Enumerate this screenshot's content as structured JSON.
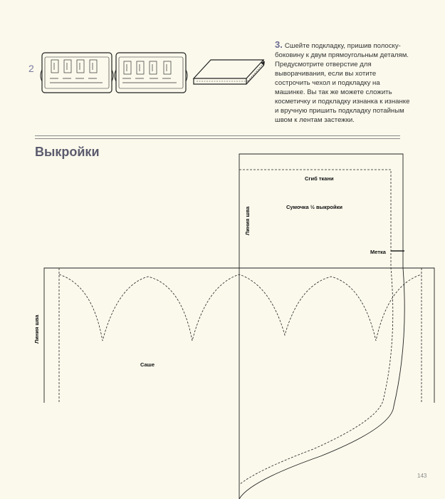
{
  "step": {
    "label": "2"
  },
  "instruction": {
    "number": "3.",
    "text": "Сшейте подкладку, пришив полоску-боковину к двум прямоугольным деталям. Предусмотрите отверстие для выворачивания, если вы хотите сострочить чехол и подкладку на машинке. Вы так же можете сложить косметичку и подкладку изнанка к изнанке и вручную пришить подкладку потайным швом к лентам застежки."
  },
  "section": {
    "title": "Выкройки"
  },
  "pattern": {
    "fold_label": "Сгиб ткани",
    "bag_label": "Сумочка ½ выкройки",
    "mark_label": "Метка",
    "seam_label_top": "Линия шва",
    "seam_label_left": "Линия шва",
    "sachet_label": "Саше"
  },
  "page": {
    "number": "143"
  },
  "colors": {
    "background": "#fbf9ec",
    "accent": "#6a6a90",
    "line": "#222222"
  }
}
